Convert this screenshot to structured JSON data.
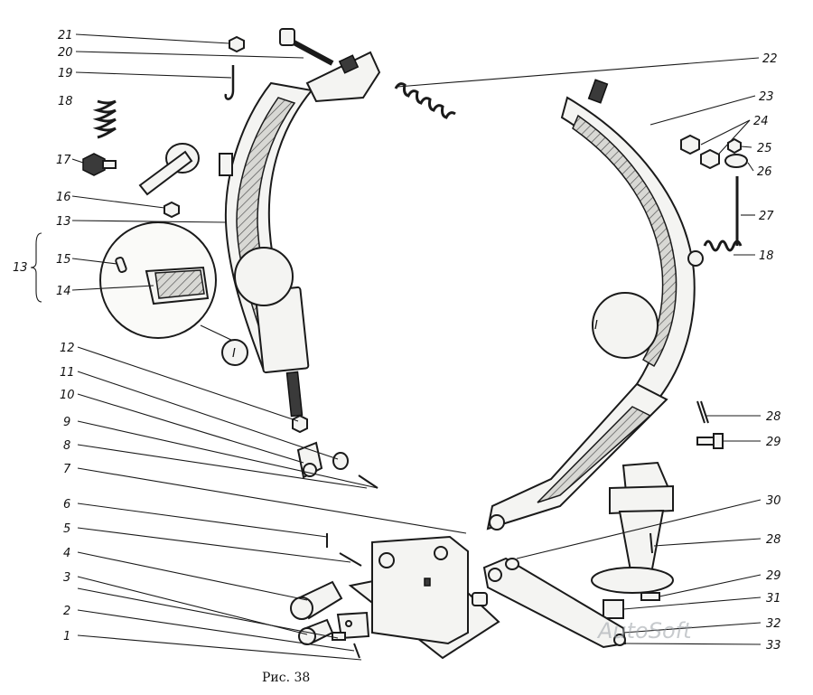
{
  "figure": {
    "caption": "Рис. 38",
    "watermark": "AutoSoft",
    "detail_marker": "I"
  },
  "callouts": {
    "c1": "1",
    "c2": "2",
    "c3": "3",
    "c4": "4",
    "c5": "5",
    "c6": "6",
    "c7": "7",
    "c8": "8",
    "c9": "9",
    "c10": "10",
    "c11": "11",
    "c12": "12",
    "c13a": "13",
    "c13b": "13",
    "c14": "14",
    "c15": "15",
    "c16": "16",
    "c17": "17",
    "c18a": "18",
    "c18b": "18",
    "c19": "19",
    "c20": "20",
    "c21": "21",
    "c22": "22",
    "c23": "23",
    "c24": "24",
    "c25": "25",
    "c26": "26",
    "c27": "27",
    "c28a": "28",
    "c28b": "28",
    "c29a": "29",
    "c29b": "29",
    "c30": "30",
    "c31": "31",
    "c32": "32",
    "c33": "33"
  }
}
